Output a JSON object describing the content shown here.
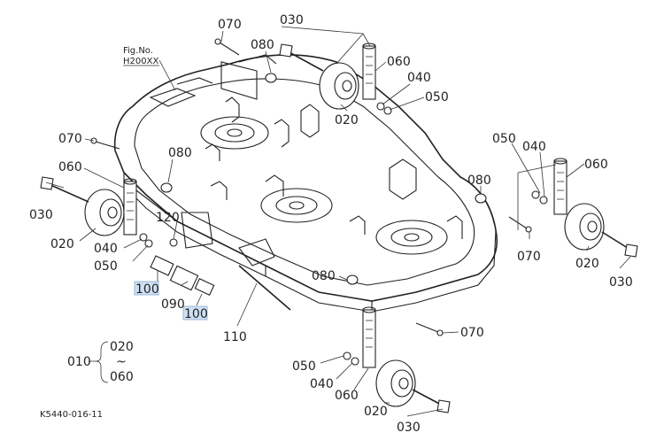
{
  "figure": {
    "fig_no_label": "Fig.No.",
    "fig_no_value": "H200XX",
    "drawing_code": "K5440-016-11"
  },
  "assembly": {
    "label": "010",
    "range_start": "020",
    "range_tilde": "~",
    "range_end": "060"
  },
  "callouts": [
    {
      "id": "c070_top",
      "text": "070"
    },
    {
      "id": "c030_top",
      "text": "030"
    },
    {
      "id": "c080_top",
      "text": "080"
    },
    {
      "id": "c060_top",
      "text": "060"
    },
    {
      "id": "c040_top",
      "text": "040"
    },
    {
      "id": "c050_top",
      "text": "050"
    },
    {
      "id": "c020_top",
      "text": "020"
    },
    {
      "id": "c070_left",
      "text": "070"
    },
    {
      "id": "c080_left",
      "text": "080"
    },
    {
      "id": "c060_left",
      "text": "060"
    },
    {
      "id": "c030_left",
      "text": "030"
    },
    {
      "id": "c020_left",
      "text": "020"
    },
    {
      "id": "c120",
      "text": "120"
    },
    {
      "id": "c040_left",
      "text": "040"
    },
    {
      "id": "c050_left",
      "text": "050"
    },
    {
      "id": "c100_a",
      "text": "100",
      "highlighted": true
    },
    {
      "id": "c090",
      "text": "090"
    },
    {
      "id": "c100_b",
      "text": "100",
      "highlighted": true
    },
    {
      "id": "c110",
      "text": "110"
    },
    {
      "id": "c080_mid",
      "text": "080"
    },
    {
      "id": "c050_right",
      "text": "050"
    },
    {
      "id": "c040_right",
      "text": "040"
    },
    {
      "id": "c060_right",
      "text": "060"
    },
    {
      "id": "c080_right",
      "text": "080"
    },
    {
      "id": "c070_right",
      "text": "070"
    },
    {
      "id": "c020_right",
      "text": "020"
    },
    {
      "id": "c030_right",
      "text": "030"
    },
    {
      "id": "c070_bot",
      "text": "070"
    },
    {
      "id": "c050_bot",
      "text": "050"
    },
    {
      "id": "c040_bot",
      "text": "040"
    },
    {
      "id": "c060_bot",
      "text": "060"
    },
    {
      "id": "c020_bot",
      "text": "020"
    },
    {
      "id": "c030_bot",
      "text": "030"
    }
  ],
  "colors": {
    "line": "#222222",
    "highlight_fill": "#cfe0f3",
    "highlight_stroke": "#8aa9cf"
  }
}
